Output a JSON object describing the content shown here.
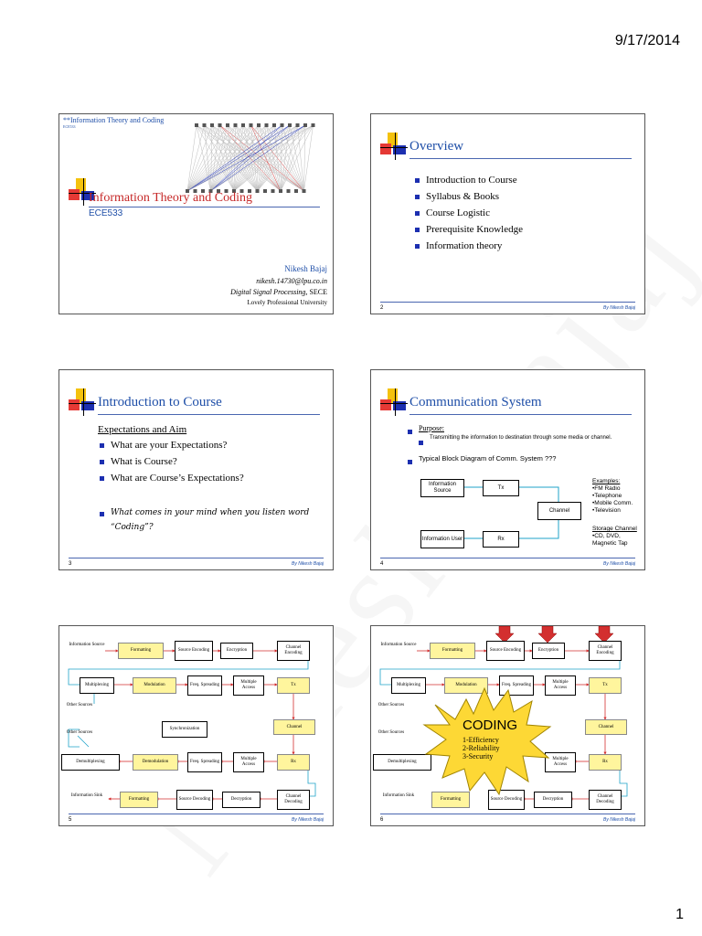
{
  "page": {
    "date": "9/17/2014",
    "number": "1",
    "watermark": "Nikesh Bajaj"
  },
  "footer": {
    "by": "By Nikesh Bajaj"
  },
  "slide1": {
    "top": "**Information Theory and Coding",
    "code_small": "ECE533",
    "title": "Information Theory and Coding",
    "subtitle": "ECE533",
    "author": "Nikesh Bajaj",
    "email": "nikesh.14730@lpu.co.in",
    "dept_italic": "Digital Signal Processing,",
    "dept_rest": " SECE",
    "university": "Lovely Professional University"
  },
  "slide2": {
    "number": "2",
    "title": "Overview",
    "items": [
      "Introduction to Course",
      "Syllabus & Books",
      "Course Logistic",
      "Prerequisite Knowledge",
      "Information theory"
    ]
  },
  "slide3": {
    "number": "3",
    "title": "Introduction to Course",
    "heading": "Expectations and Aim",
    "items": [
      "What are your Expectations?",
      "What is Course?",
      "What are Course’s Expectations?"
    ],
    "question": "What comes in your mind when you listen word “Coding”?"
  },
  "slide4": {
    "number": "4",
    "title": "Communication System",
    "purpose": "Purpose:",
    "purpose_text": "Transmitting the information to destination through some media or channel.",
    "typical": "Typical Block Diagram of Comm. System   ???",
    "blocks": {
      "source": "Information Source",
      "tx": "Tx",
      "channel": "Channel",
      "user": "Information User",
      "rx": "Rx"
    },
    "examples_title": "Examples:",
    "examples": [
      "•FM Radio",
      "•Telephone",
      "•Mobile Comm.",
      "•Television"
    ],
    "storage_title": "Storage Channel",
    "storage": [
      "•CD, DVD,",
      "Magnetic Tap"
    ]
  },
  "slide5": {
    "number": "5",
    "labels": {
      "info_source": "Information Source",
      "formatting": "Formatting",
      "source_enc": "Source Encoding",
      "encryption": "Encryption",
      "channel_enc": "Channel Encoding",
      "multiplexing": "Multiplexing",
      "modulation": "Modulation",
      "freq_spread": "Freq. Spreading",
      "multiple_access": "Multiple Access",
      "tx": "Tx",
      "other_sources": "Other Sources",
      "channel": "Channel",
      "sync": "Synchronization",
      "demultiplexing": "Demultiplexing",
      "demodulation": "Demodulation",
      "freq_despread": "Freq. Spreading",
      "multiple_access2": "Multiple Access",
      "rx": "Rx",
      "info_sink": "Information Sink",
      "formatting2": "Formatting",
      "source_dec": "Source Decoding",
      "decryption": "Decryption",
      "channel_dec": "Channel Decoding"
    }
  },
  "slide6": {
    "number": "6",
    "coding_title": "CODING",
    "coding_items": [
      "1-Efficiency",
      "2-Reliability",
      "3-Security"
    ]
  }
}
